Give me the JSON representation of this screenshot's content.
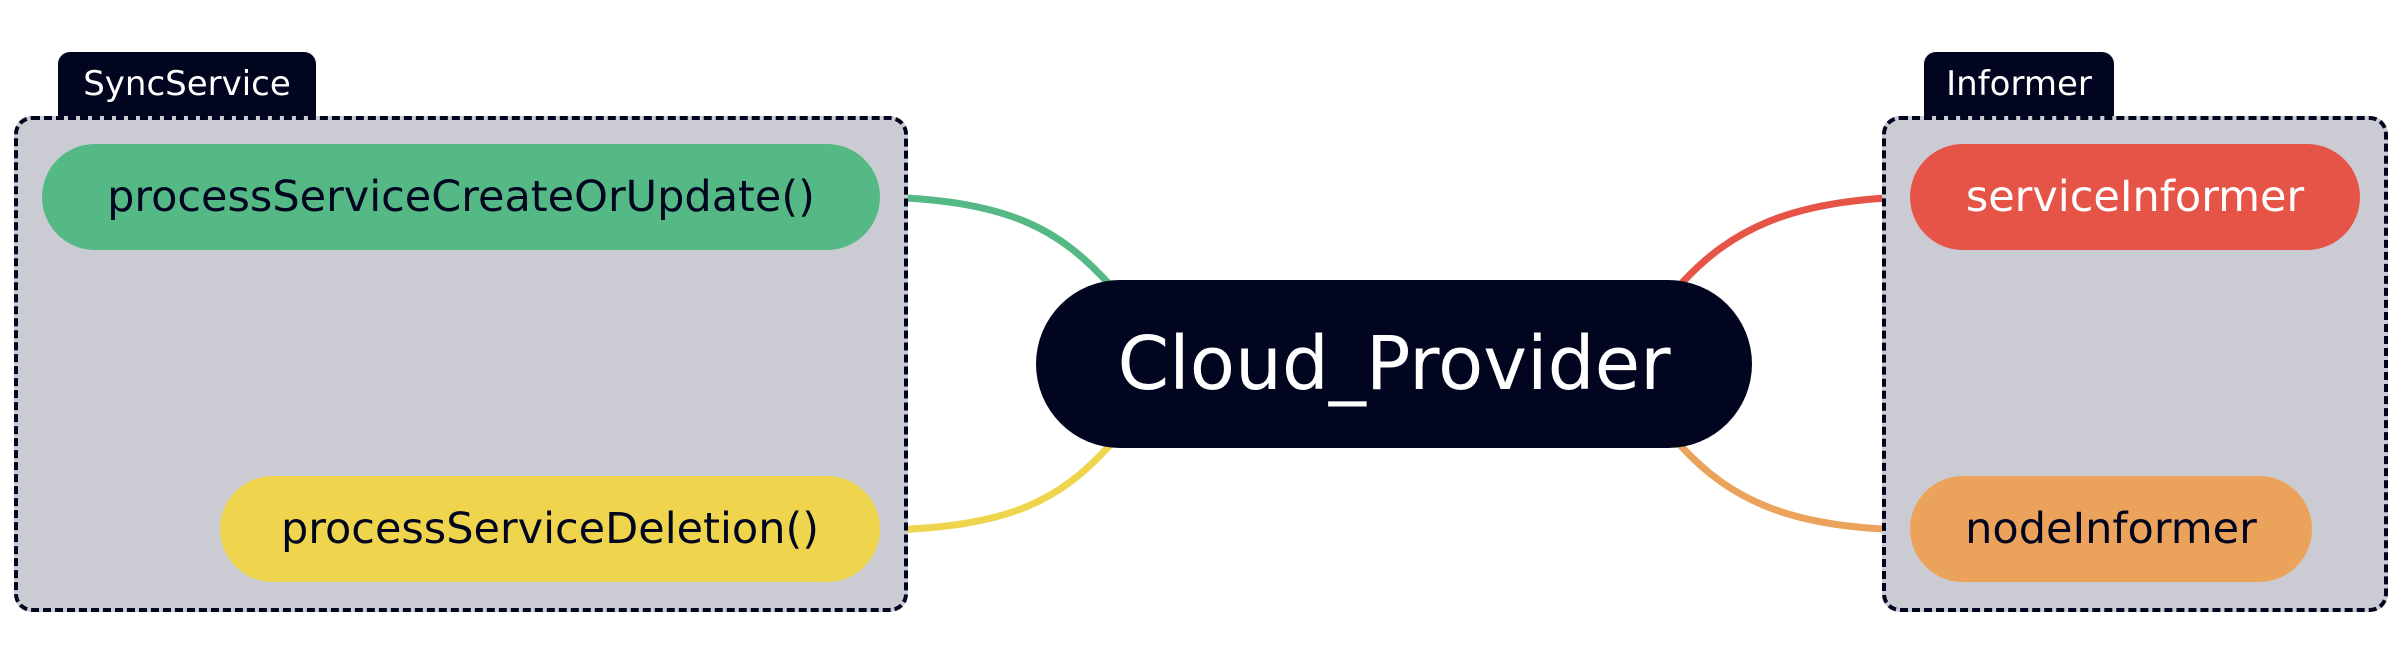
{
  "diagram": {
    "central": {
      "label": "Cloud_Provider",
      "color": "#02051f",
      "text_color": "#ffffff"
    },
    "groups": [
      {
        "label": "SyncService",
        "items": [
          {
            "label": "processServiceCreateOrUpdate()",
            "color": "#55b985",
            "text_color": "#02051f"
          },
          {
            "label": "processServiceDeletion()",
            "color": "#efd54e",
            "text_color": "#02051f"
          }
        ]
      },
      {
        "label": "Informer",
        "items": [
          {
            "label": "serviceInformer",
            "color": "#e65447",
            "text_color": "#ffffff"
          },
          {
            "label": "nodeInformer",
            "color": "#eba35b",
            "text_color": "#02051f"
          }
        ]
      }
    ],
    "group_fill": "#cbcbd3",
    "group_border": "#02051f"
  }
}
